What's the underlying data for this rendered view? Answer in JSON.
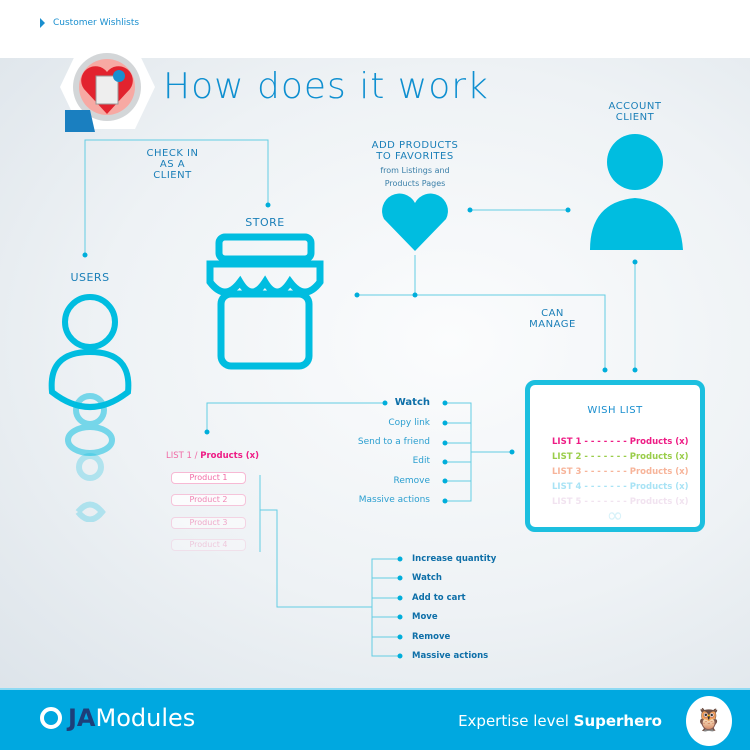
{
  "breadcrumb": "Customer Wishlists",
  "title": "How does it work",
  "labels": {
    "check_in": "CHECK IN\nAS A\nCLIENT",
    "add_products": "ADD PRODUCTS\nTO FAVORITES",
    "from_listings": "from Listings and\nProducts Pages",
    "account": "ACCOUNT\nCLIENT",
    "store": "STORE",
    "users": "USERS",
    "can_manage": "CAN\nMANAGE"
  },
  "list_menu": [
    "Watch",
    "Copy link",
    "Send to a friend",
    "Edit",
    "Remove",
    "Massive actions"
  ],
  "list_header": {
    "prefix": "LIST 1 / ",
    "bold": "Products (x)"
  },
  "products": [
    "Product 1",
    "Product 2",
    "Product 3",
    "Product 4"
  ],
  "product_actions": [
    "Increase quantity",
    "Watch",
    "Add to cart",
    "Move",
    "Remove",
    "Massive actions"
  ],
  "wish_list": {
    "title": "WISH LIST",
    "rows": [
      {
        "list": "LIST 1",
        "products": "Products (x)",
        "color": "#ee1c85"
      },
      {
        "list": "LIST 2",
        "products": "Products (x)",
        "color": "#9acd4a"
      },
      {
        "list": "LIST 3",
        "products": "Products (x)",
        "color": "#f7b49a"
      },
      {
        "list": "LIST 4",
        "products": "Products (x)",
        "color": "#a9e3f5"
      },
      {
        "list": "LIST 5",
        "products": "Products (x)",
        "color": "#f1e3f0"
      }
    ]
  },
  "footer": {
    "brand_bold": "JA",
    "brand": "Modules",
    "expertise": "Expertise level ",
    "level": "Superhero"
  },
  "colors": {
    "accent": "#00bde0",
    "title": "#0e8fd0",
    "footer": "#00a8e0"
  }
}
